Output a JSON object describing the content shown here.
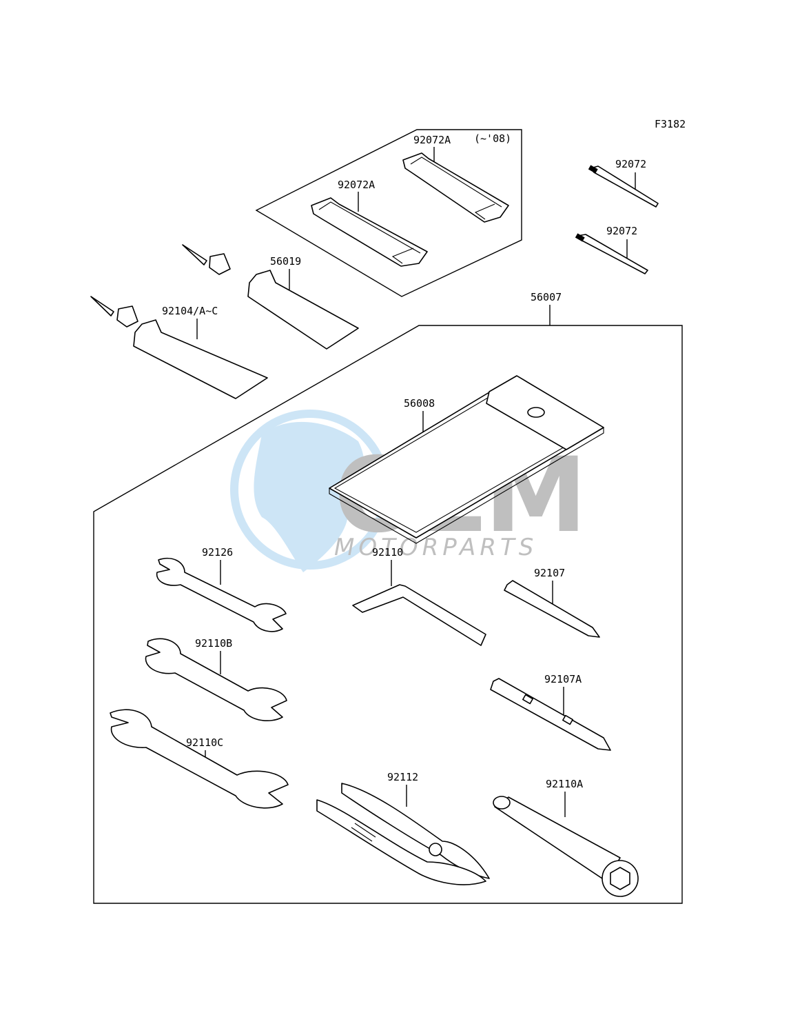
{
  "diagram": {
    "figure_code": "F3182",
    "watermark": {
      "brand": "OEM",
      "subtitle": "MOTORPARTS",
      "colors": {
        "globe": "#c5e1f5",
        "letters": "#b5b5b5"
      }
    },
    "callouts": {
      "strap_a_upper": "92072A",
      "strap_a_note": "(~'08)",
      "strap_a_lower": "92072A",
      "band_upper": "92072",
      "band_lower": "92072",
      "tube_56019": "56019",
      "tube_92104": "92104/A~C",
      "kit_56007": "56007",
      "pouch_56008": "56008",
      "wrench_92126": "92126",
      "hex_92110": "92110",
      "driver_92107": "92107",
      "wrench_92110b": "92110B",
      "driver_92107a": "92107A",
      "wrench_92110c": "92110C",
      "pliers_92112": "92112",
      "socket_92110a": "92110A"
    }
  }
}
